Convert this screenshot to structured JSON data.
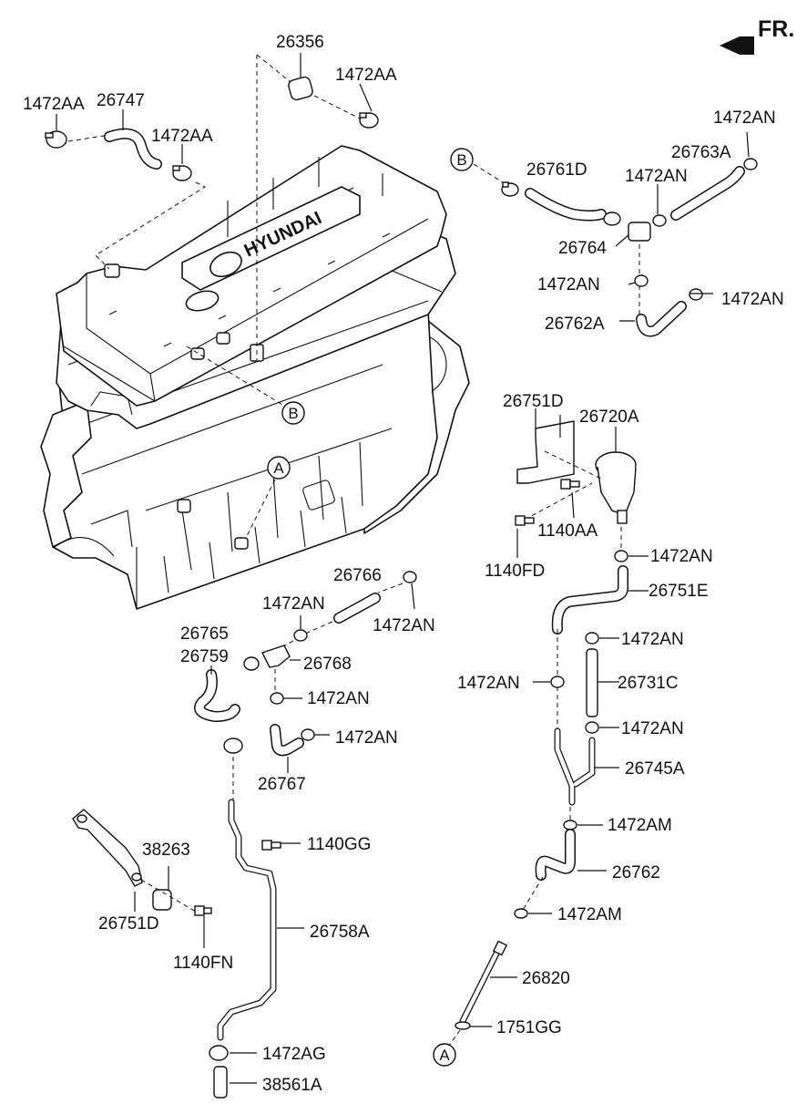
{
  "orientation": {
    "text": "FR."
  },
  "engine": {
    "logo_text": "HYUNDAI"
  },
  "connectors": {
    "a": "A",
    "b": "B"
  },
  "labels": {
    "top_26356": "26356",
    "top_1472AA_right": "1472AA",
    "top_1472AA_left": "1472AA",
    "top_26747": "26747",
    "top_1472AA_mid": "1472AA",
    "r_1472AN_top": "1472AN",
    "r_26763A": "26763A",
    "r_26761D": "26761D",
    "r_1472AN_mid": "1472AN",
    "r_26764": "26764",
    "r_1472AN_left": "1472AN",
    "r_1472AN_right": "1472AN",
    "r_26762A": "26762A",
    "m_26751D": "26751D",
    "m_26720A": "26720A",
    "m_1140AA": "1140AA",
    "m_1140FD": "1140FD",
    "m_1472AN_a": "1472AN",
    "m_26751E": "26751E",
    "m_1472AN_b": "1472AN",
    "m_1472AN_c": "1472AN",
    "m_26731C": "26731C",
    "m_1472AN_d": "1472AN",
    "m_26745A": "26745A",
    "m_1472AM_a": "1472AM",
    "m_26762": "26762",
    "m_1472AM_b": "1472AM",
    "m_26820": "26820",
    "m_1751GG": "1751GG",
    "c_26766": "26766",
    "c_1472AN_a": "1472AN",
    "c_1472AN_b": "1472AN",
    "c_26765": "26765",
    "c_26759": "26759",
    "c_26768": "26768",
    "c_1472AN_c": "1472AN",
    "c_1472AN_d": "1472AN",
    "c_26767": "26767",
    "l_38263": "38263",
    "l_26751D": "26751D",
    "l_1140FN": "1140FN",
    "c_1140GG": "1140GG",
    "c_26758A": "26758A",
    "c_1472AG": "1472AG",
    "c_38561A": "38561A"
  }
}
